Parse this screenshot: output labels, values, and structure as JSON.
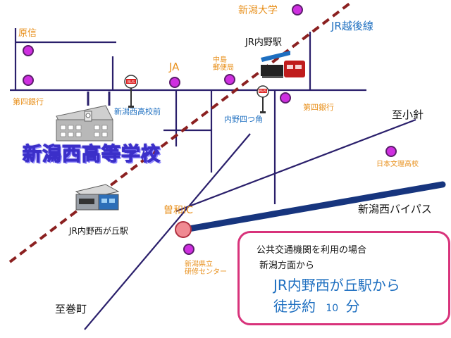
{
  "labels": {
    "niigata_univ": "新潟大学",
    "jr_echigo": "JR越後線",
    "jr_uchino_sta": "JR内野駅",
    "harashin": "原信",
    "ja": "JA",
    "nakajima_post": "中島\n郵便局",
    "daishi_bank_left": "第四銀行",
    "niigatanishi_hs_mae": "新潟西高校前",
    "uchino_yotsukado": "内野四つ角",
    "daishi_bank_right": "第四銀行",
    "to_kobari": "至小針",
    "school_name": "新潟西高等学校",
    "nihon_bunri": "日本文理高校",
    "sowa_ic": "曽和IC",
    "niigatanishi_bypass": "新潟西バイパス",
    "jr_nishigaoka_sta": "JR内野西が丘駅",
    "prefectural_center": "新潟県立\n研修センター",
    "to_makimachi": "至巻町",
    "bus_stop": "BUS"
  },
  "info": {
    "line1": "公共交通機関を利用の場合",
    "line2": "新潟方面から",
    "line3": "JR内野西が丘駅から",
    "line4_prefix": "徒歩約",
    "minutes": "10",
    "line4_suffix": "分"
  },
  "colors": {
    "road": "#2a1f6b",
    "bypass": "#17357e",
    "rail": "#8b2020",
    "poi_fill": "#cf2fe0",
    "poi_ring": "#5b1e6b",
    "info_border": "#d8337b",
    "ic_fill": "#f08a92"
  }
}
